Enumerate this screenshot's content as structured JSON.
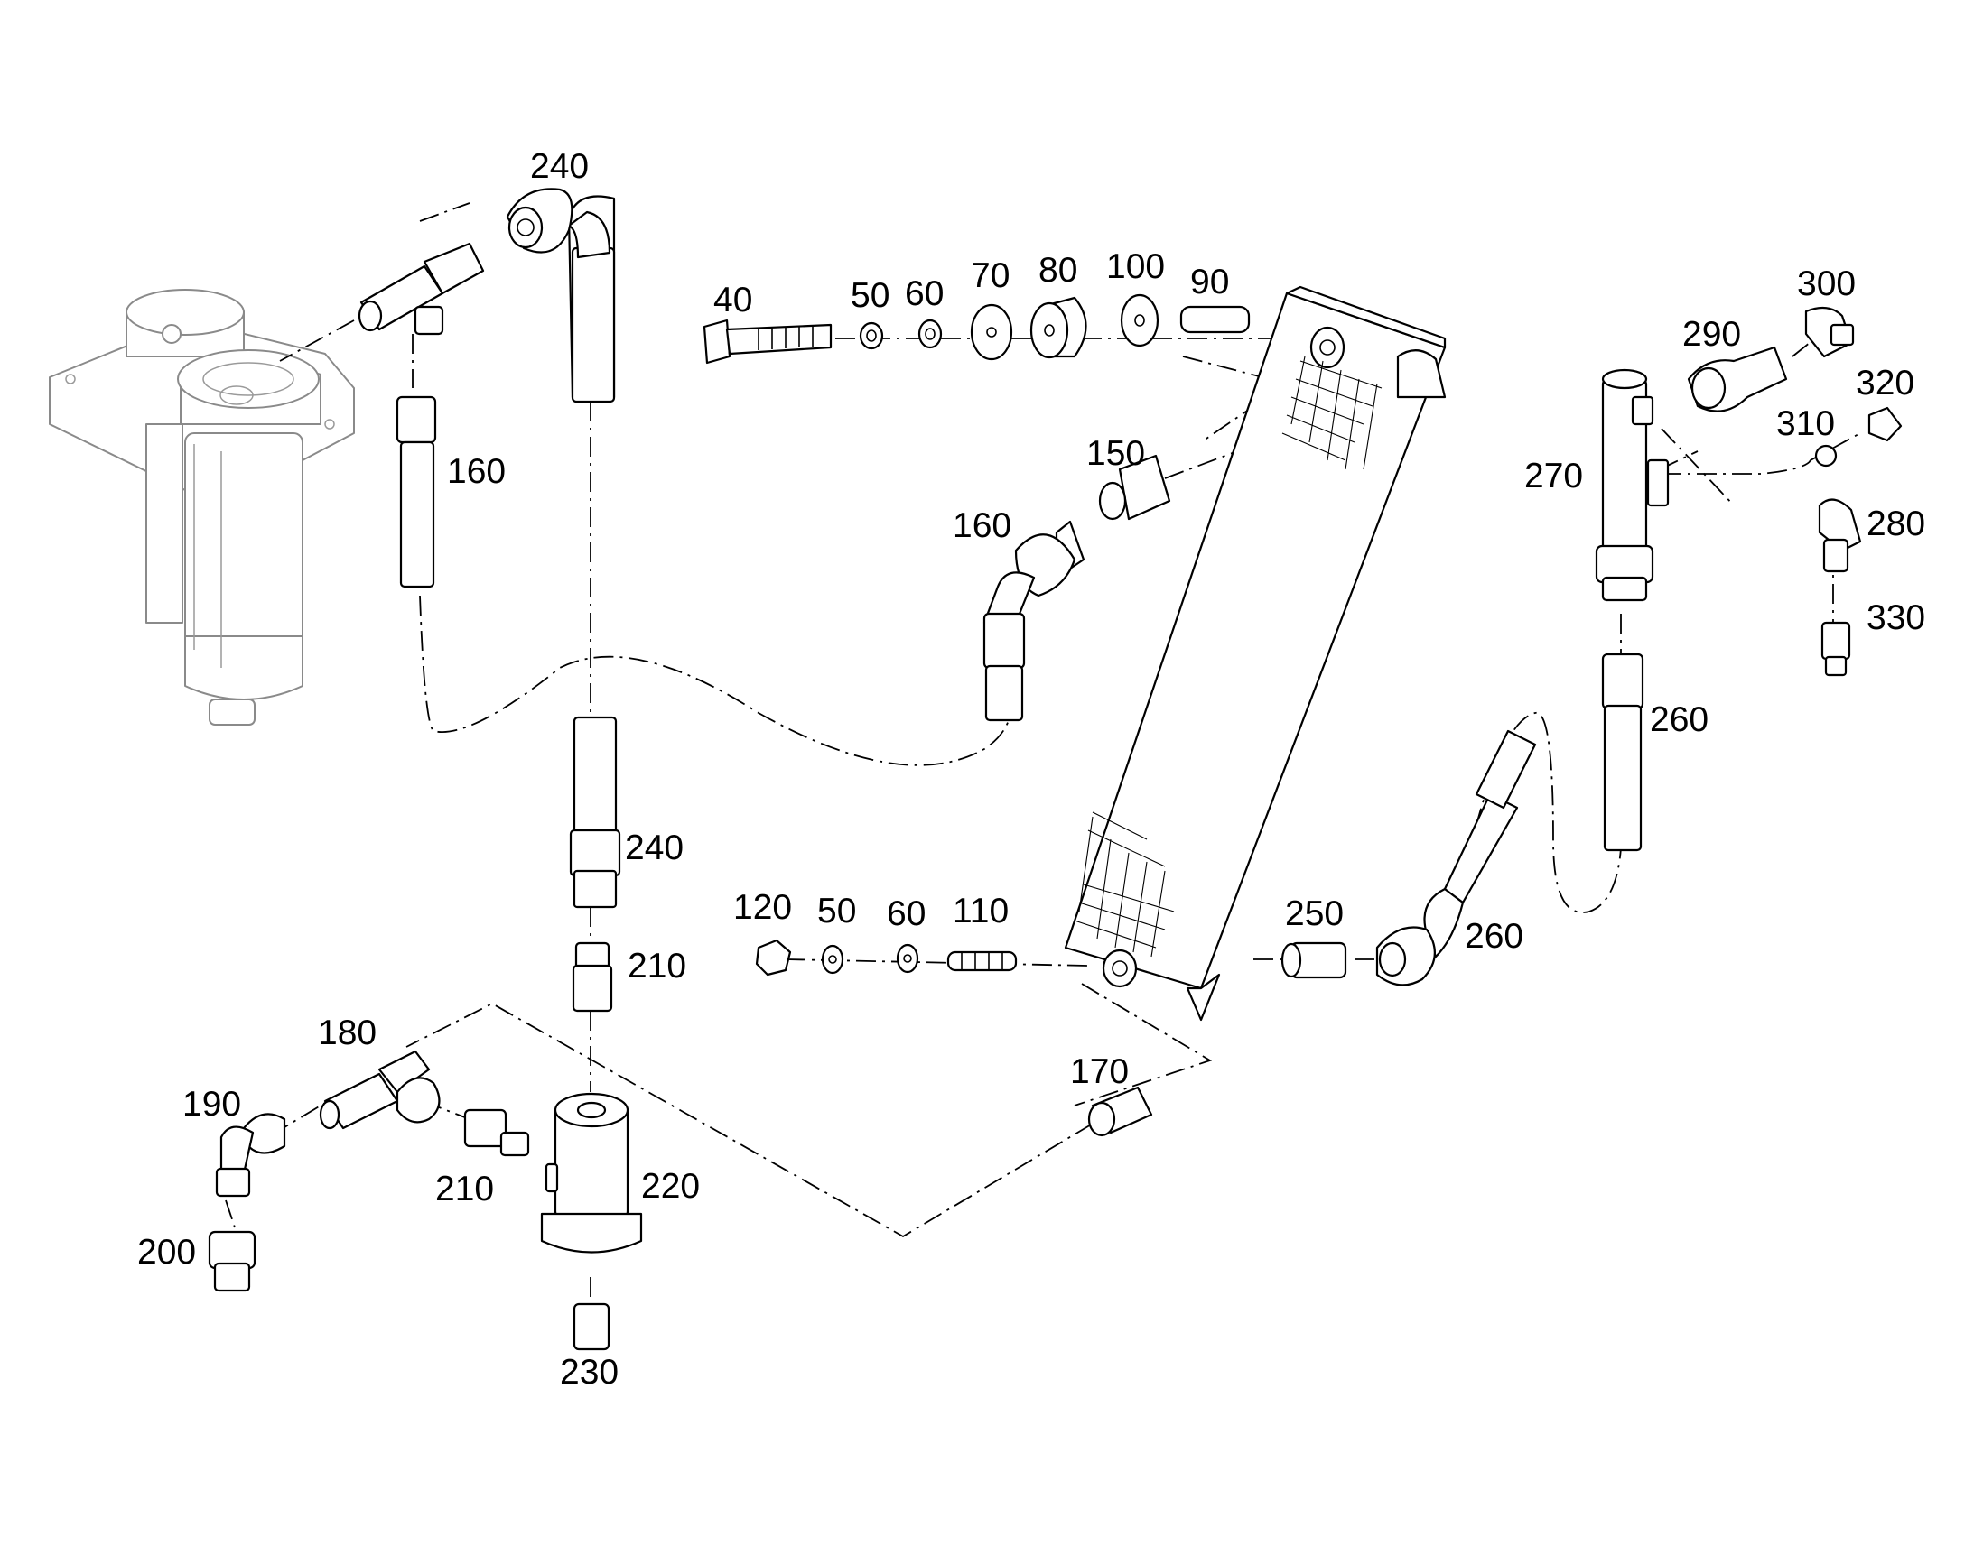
{
  "diagram": {
    "callouts": [
      {
        "id": "c240a",
        "label": "240"
      },
      {
        "id": "c160a",
        "label": "160"
      },
      {
        "id": "c40",
        "label": "40"
      },
      {
        "id": "c50a",
        "label": "50"
      },
      {
        "id": "c60a",
        "label": "60"
      },
      {
        "id": "c70",
        "label": "70"
      },
      {
        "id": "c80",
        "label": "80"
      },
      {
        "id": "c100",
        "label": "100"
      },
      {
        "id": "c90",
        "label": "90"
      },
      {
        "id": "c150",
        "label": "150"
      },
      {
        "id": "c160b",
        "label": "160"
      },
      {
        "id": "c300",
        "label": "300"
      },
      {
        "id": "c290",
        "label": "290"
      },
      {
        "id": "c320",
        "label": "320"
      },
      {
        "id": "c310",
        "label": "310"
      },
      {
        "id": "c270",
        "label": "270"
      },
      {
        "id": "c280",
        "label": "280"
      },
      {
        "id": "c330",
        "label": "330"
      },
      {
        "id": "c260a",
        "label": "260"
      },
      {
        "id": "c240b",
        "label": "240"
      },
      {
        "id": "c120",
        "label": "120"
      },
      {
        "id": "c50b",
        "label": "50"
      },
      {
        "id": "c60b",
        "label": "60"
      },
      {
        "id": "c110",
        "label": "110"
      },
      {
        "id": "c250",
        "label": "250"
      },
      {
        "id": "c260b",
        "label": "260"
      },
      {
        "id": "c210a",
        "label": "210"
      },
      {
        "id": "c180",
        "label": "180"
      },
      {
        "id": "c190",
        "label": "190"
      },
      {
        "id": "c170",
        "label": "170"
      },
      {
        "id": "c210b",
        "label": "210"
      },
      {
        "id": "c220",
        "label": "220"
      },
      {
        "id": "c200",
        "label": "200"
      },
      {
        "id": "c230",
        "label": "230"
      }
    ]
  }
}
